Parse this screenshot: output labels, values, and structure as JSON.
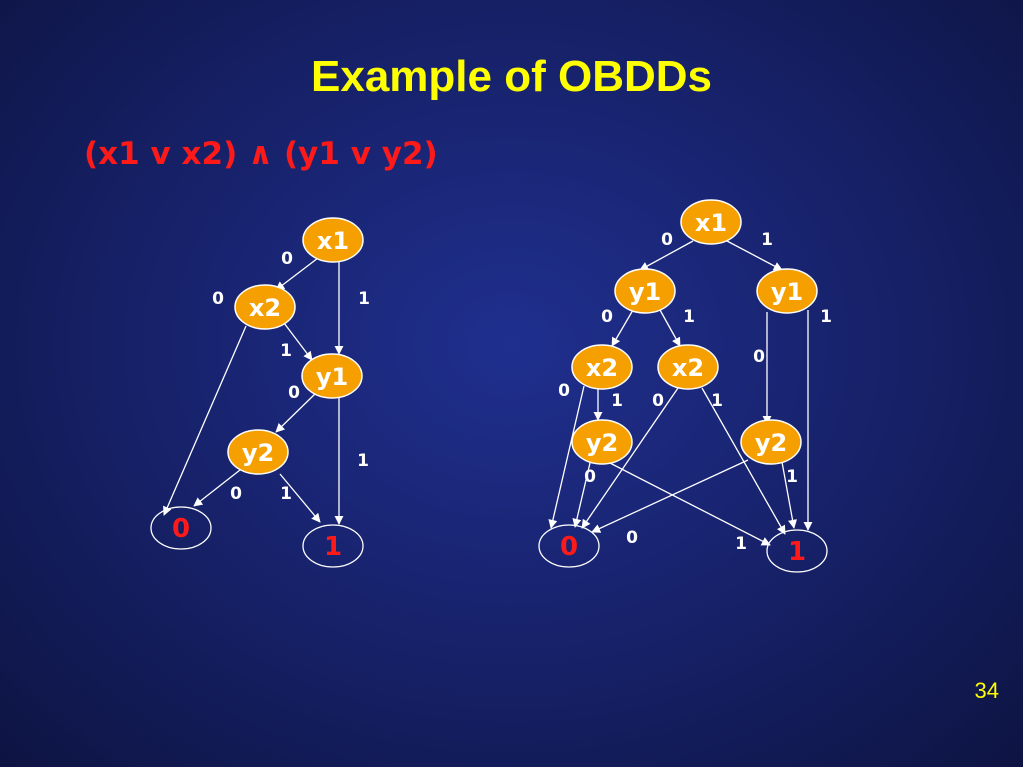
{
  "slide": {
    "title": "Example of OBDDs",
    "formula": "(x1 v x2) ∧ (y1 v y2)",
    "page_number": "34"
  },
  "colors": {
    "title": "#ffff00",
    "formula": "#ff1a1a",
    "node_fill": "#f5a000",
    "terminal_text": "#ff1a1a",
    "edge": "#ffffff"
  },
  "left_obdd": {
    "nodes": {
      "x1": "x1",
      "x2": "x2",
      "y1": "y1",
      "y2": "y2",
      "t0": "0",
      "t1": "1"
    },
    "edge_labels": {
      "x1_0": "0",
      "x1_1": "1",
      "x2_0": "0",
      "x2_1": "1",
      "y1_0": "0",
      "y1_1": "1",
      "y2_0": "0",
      "y2_1": "1"
    }
  },
  "right_obdd": {
    "nodes": {
      "x1": "x1",
      "y1a": "y1",
      "y1b": "y1",
      "x2a": "x2",
      "x2b": "x2",
      "y2a": "y2",
      "y2b": "y2",
      "t0": "0",
      "t1": "1"
    },
    "edge_labels": {
      "x1_0": "0",
      "x1_1": "1",
      "y1a_0": "0",
      "y1a_1": "1",
      "y1b_0": "0",
      "y1b_1": "1",
      "x2a_0": "0",
      "x2a_1": "1",
      "x2b_0": "0",
      "x2b_1": "1",
      "y2a_0": "0",
      "y2a_1": "1",
      "y2b_0": "0",
      "y2b_1": "1"
    }
  }
}
